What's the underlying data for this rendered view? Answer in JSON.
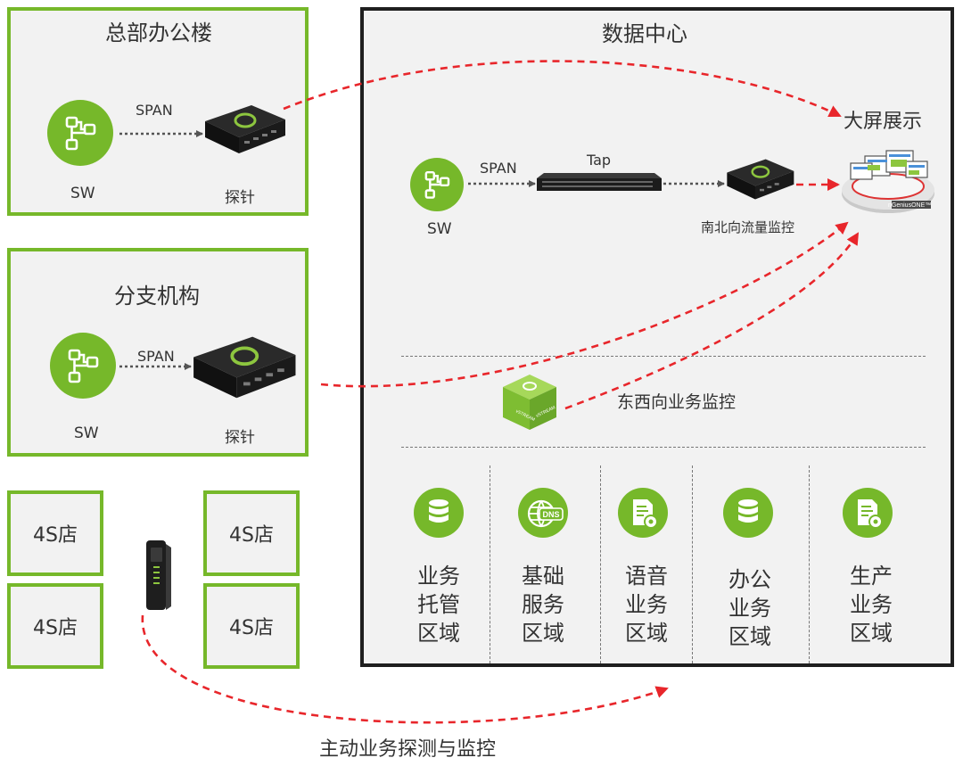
{
  "hq": {
    "title": "总部办公楼",
    "span": "SPAN",
    "sw": "SW",
    "probe": "探针"
  },
  "branch": {
    "title": "分支机构",
    "span": "SPAN",
    "sw": "SW",
    "probe": "探针"
  },
  "stores": [
    "4S店",
    "4S店",
    "4S店",
    "4S店"
  ],
  "datacenter": {
    "title": "数据中心",
    "display": "大屏展示",
    "span": "SPAN",
    "tap": "Tap",
    "sw": "SW",
    "ns_monitor": "南北向流量监控",
    "ew_monitor": "东西向业务监控",
    "server_brand": "nGeniusONE™",
    "vstream_brand": "vSTREAM",
    "zones": [
      {
        "l1": "业务",
        "l2": "托管",
        "l3": "区域",
        "icon": "database-icon"
      },
      {
        "l1": "基础",
        "l2": "服务",
        "l3": "区域",
        "icon": "dns-globe-icon",
        "icon_text": "DNS"
      },
      {
        "l1": "语音",
        "l2": "业务",
        "l3": "区域",
        "icon": "document-gear-icon"
      },
      {
        "l1": "办公",
        "l2": "业务",
        "l3": "区域",
        "icon": "database-icon"
      },
      {
        "l1": "生产",
        "l2": "业务",
        "l3": "区域",
        "icon": "document-gear-icon"
      }
    ]
  },
  "active_probe": "主动业务探测与监控",
  "colors": {
    "green": "#76b82a",
    "dark": "#1f1f1f",
    "panel_bg": "#f2f2f2",
    "arrow_red": "#e8262b"
  }
}
